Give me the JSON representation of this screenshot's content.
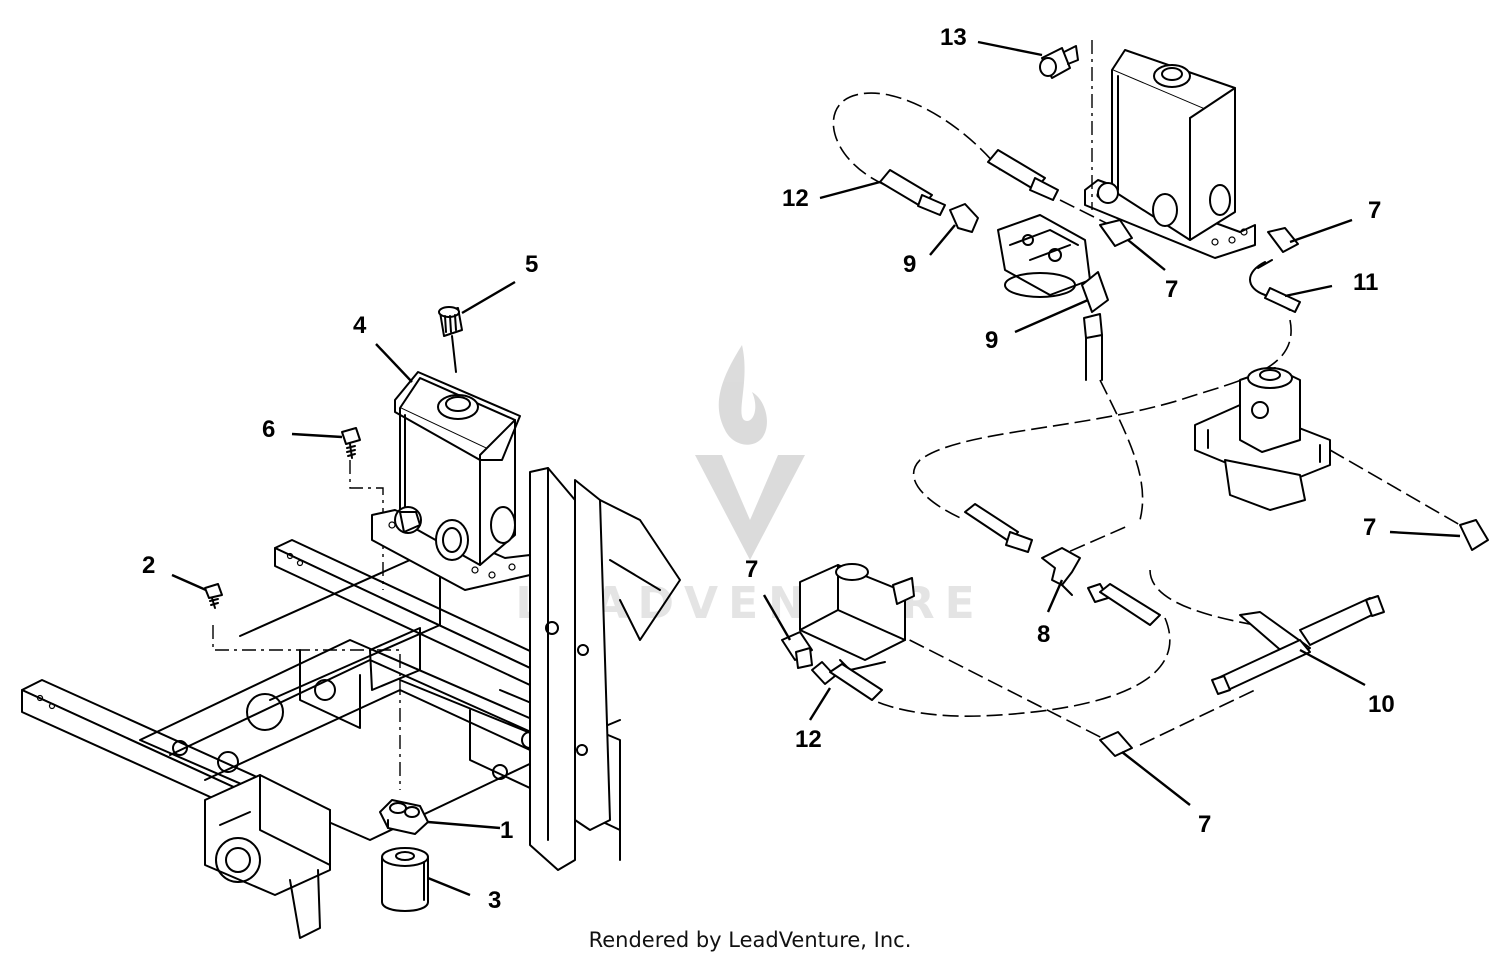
{
  "watermark": {
    "text": "LEADVENTURE"
  },
  "footer": {
    "text": "Rendered by LeadVenture, Inc."
  },
  "callouts": {
    "c1": "1",
    "c2": "2",
    "c3": "3",
    "c4": "4",
    "c5": "5",
    "c6": "6",
    "c7a": "7",
    "c7b": "7",
    "c7c": "7",
    "c7d": "7",
    "c7e": "7",
    "c8": "8",
    "c9a": "9",
    "c9b": "9",
    "c10": "10",
    "c11": "11",
    "c12a": "12",
    "c12b": "12",
    "c13": "13"
  }
}
